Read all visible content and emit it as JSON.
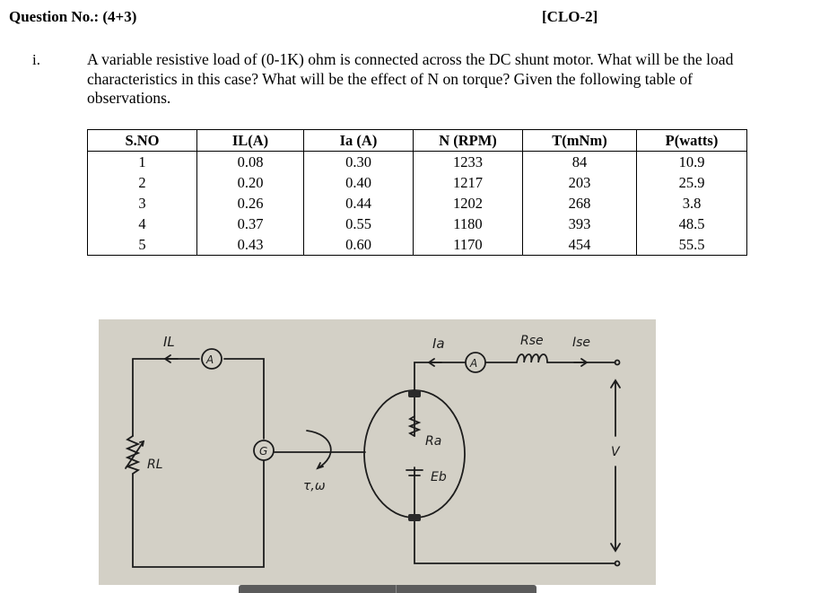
{
  "header": {
    "question_no": "Question No.: (4+3)",
    "clo": "[CLO-2]"
  },
  "question": {
    "number": "i.",
    "text": "A variable resistive load of (0-1K) ohm is connected across the DC shunt motor. What will be the load characteristics in this case? What will be the effect of N on torque? Given the following table of observations."
  },
  "table": {
    "headers": [
      "S.NO",
      "IL(A)",
      "Ia (A)",
      "N (RPM)",
      "T(mNm)",
      "P(watts)"
    ],
    "rows": [
      [
        "1",
        "0.08",
        "0.30",
        "1233",
        "84",
        "10.9"
      ],
      [
        "2",
        "0.20",
        "0.40",
        "1217",
        "203",
        "25.9"
      ],
      [
        "3",
        "0.26",
        "0.44",
        "1202",
        "268",
        "3.8"
      ],
      [
        "4",
        "0.37",
        "0.55",
        "1180",
        "393",
        "48.5"
      ],
      [
        "5",
        "0.43",
        "0.60",
        "1170",
        "454",
        "55.5"
      ]
    ]
  },
  "diagram": {
    "labels": {
      "il": "IL",
      "rl": "RL",
      "ammeter1": "A",
      "generator": "G",
      "torque": "τ,ω",
      "ia": "Ia",
      "ammeter2": "A",
      "ra": "Ra",
      "eb": "Eb",
      "rse": "Rse",
      "ise": "Ise",
      "v": "V"
    }
  }
}
